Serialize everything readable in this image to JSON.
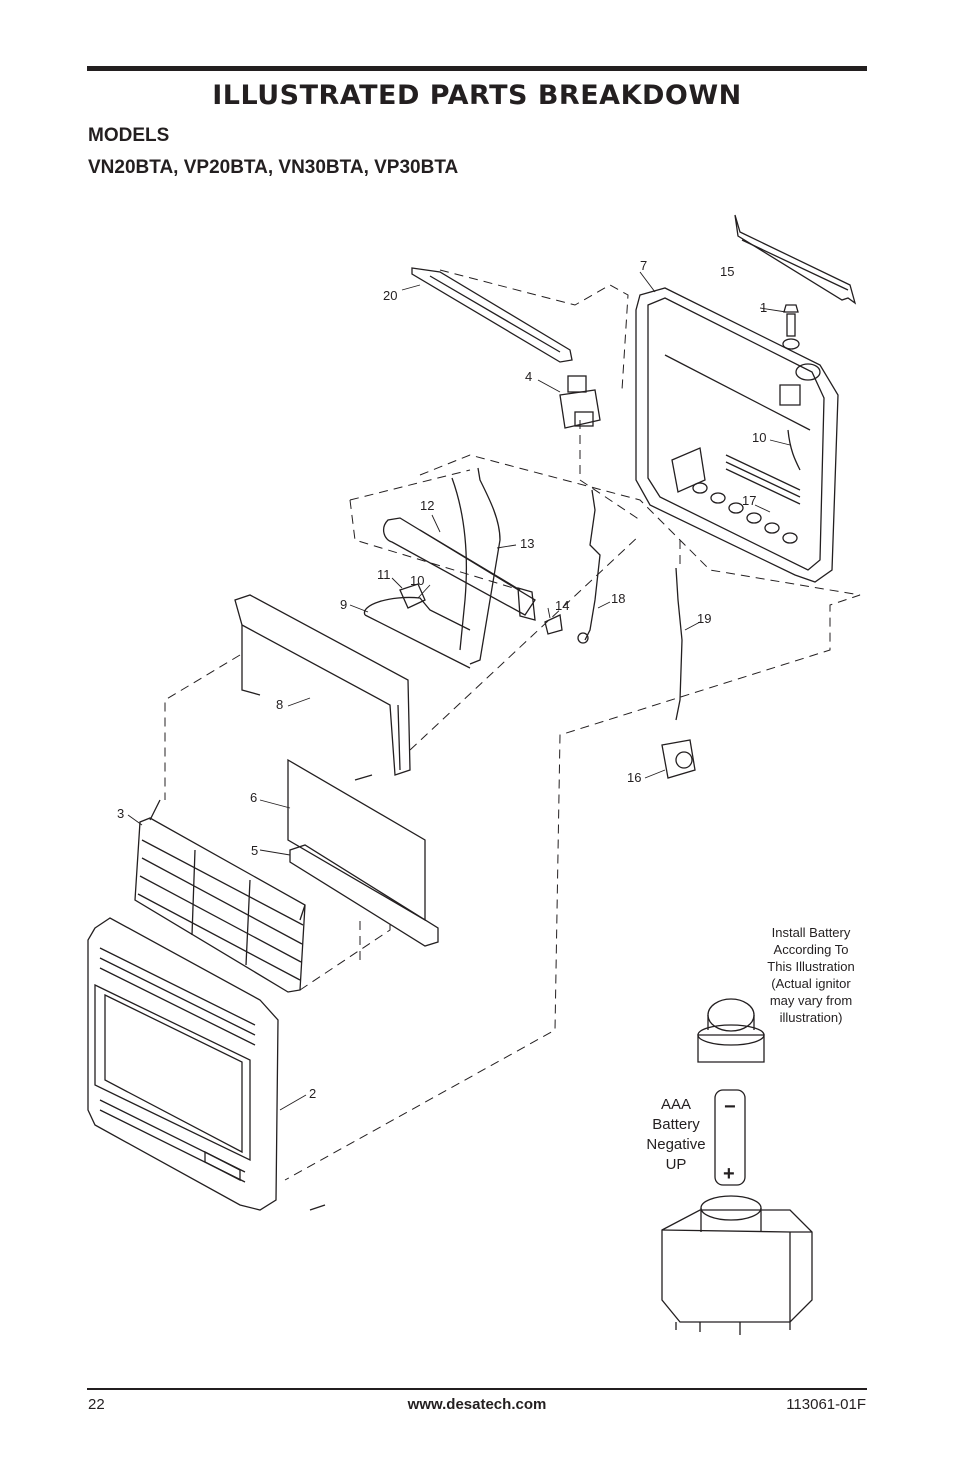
{
  "header": {
    "title": "ILLUSTRATED PARTS BREAKDOWN",
    "models_label": "MODELS",
    "models_list": "VN20BTA, VP20BTA, VN30BTA, VP30BTA"
  },
  "diagram": {
    "callouts": [
      "1",
      "2",
      "3",
      "4",
      "5",
      "6",
      "7",
      "8",
      "9",
      "10",
      "10",
      "11",
      "12",
      "13",
      "14",
      "15",
      "16",
      "17",
      "18",
      "19",
      "20"
    ],
    "battery_note": [
      "Install Battery",
      "According To",
      "This Illustration",
      "(Actual ignitor",
      "may vary from",
      "illustration)"
    ],
    "aaa_note": [
      "AAA",
      "Battery",
      "Negative",
      "UP"
    ],
    "battery_minus": "−",
    "battery_plus": "+"
  },
  "footer": {
    "page_number": "22",
    "website": "www.desatech.com",
    "doc_code": "113061-01F"
  }
}
